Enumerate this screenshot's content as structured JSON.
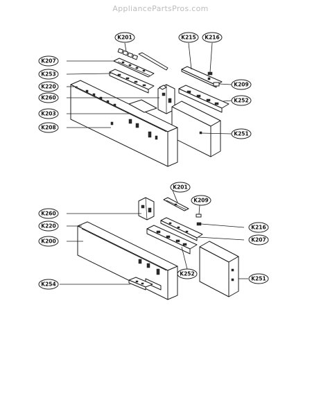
{
  "watermark": "AppliancePartsPros.com",
  "upper_assembly": {
    "labels": {
      "k201": "K201",
      "k215": "K215",
      "k216": "K216",
      "k207": "K207",
      "k253": "K253",
      "k220": "K220",
      "k209": "K209",
      "k260": "K260",
      "k252": "K252",
      "k203": "K203",
      "k208": "K208",
      "k251": "K251"
    }
  },
  "lower_assembly": {
    "labels": {
      "k201": "K201",
      "k209": "K209",
      "k260": "K260",
      "k216": "K216",
      "k220": "K220",
      "k207": "K207",
      "k200": "K200",
      "k252": "K252",
      "k251": "K251",
      "k254": "K254"
    }
  }
}
